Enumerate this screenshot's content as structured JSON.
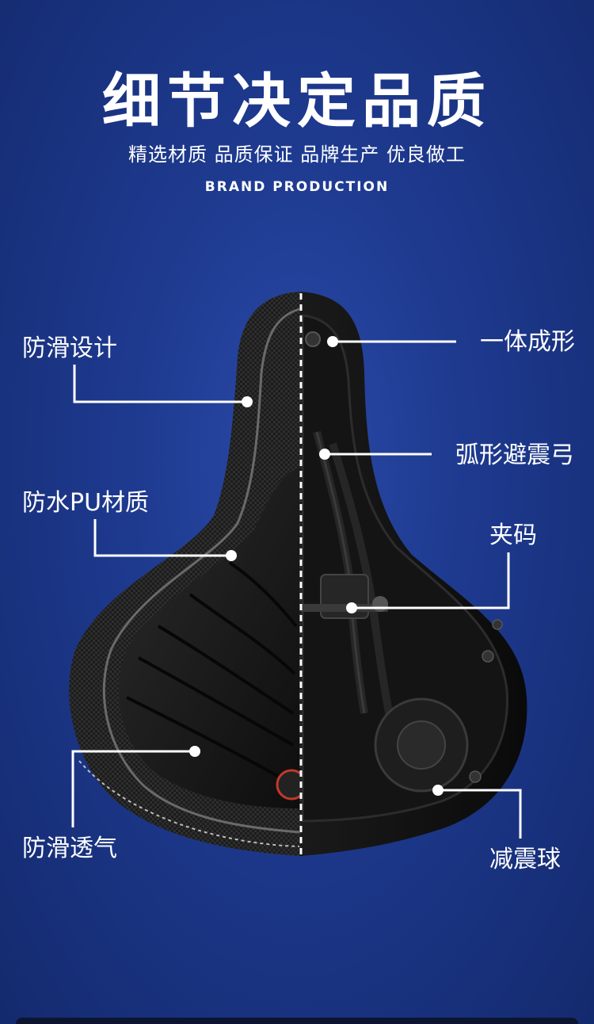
{
  "header": {
    "title": "细节决定品质",
    "subtitle": "精选材质 品质保证 品牌生产 优良做工",
    "subtitle_en": "BRAND PRODUCTION"
  },
  "callouts": {
    "left": [
      {
        "label": "防滑设计"
      },
      {
        "label": "防水PU材质"
      },
      {
        "label": "防滑透气"
      }
    ],
    "right": [
      {
        "label": "一体成形"
      },
      {
        "label": "弧形避震弓"
      },
      {
        "label": "夹码"
      },
      {
        "label": "减震球"
      }
    ]
  },
  "colors": {
    "background": "#1e3a8f",
    "saddle": "#141414",
    "text": "#ffffff"
  }
}
